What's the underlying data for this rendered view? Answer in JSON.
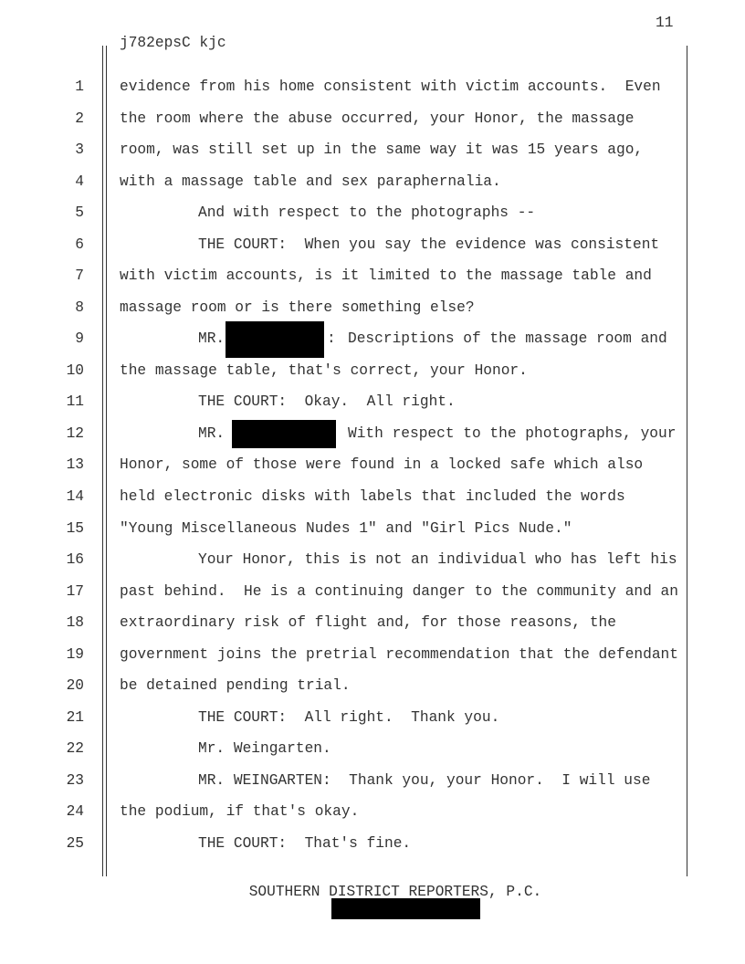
{
  "page_number": "11",
  "header": "j782epsC kjc",
  "lines": [
    {
      "n": "1",
      "text": "evidence from his home consistent with victim accounts.  Even"
    },
    {
      "n": "2",
      "text": "the room where the abuse occurred, your Honor, the massage"
    },
    {
      "n": "3",
      "text": "room, was still set up in the same way it was 15 years ago,"
    },
    {
      "n": "4",
      "text": "with a massage table and sex paraphernalia."
    },
    {
      "n": "5",
      "text": "And with respect to the photographs --"
    },
    {
      "n": "6",
      "text": "THE COURT:  When you say the evidence was consistent"
    },
    {
      "n": "7",
      "text": "with victim accounts, is it limited to the massage table and"
    },
    {
      "n": "8",
      "text": "massage room or is there something else?"
    },
    {
      "n": "9",
      "a": "MR.",
      "b": ":",
      "c": "Descriptions of the massage room and"
    },
    {
      "n": "10",
      "text": "the massage table, that's correct, your Honor."
    },
    {
      "n": "11",
      "text": "THE COURT:  Okay.  All right."
    },
    {
      "n": "12",
      "a": "MR.",
      "c": "With respect to the photographs, your"
    },
    {
      "n": "13",
      "text": "Honor, some of those were found in a locked safe which also"
    },
    {
      "n": "14",
      "text": "held electronic disks with labels that included the words"
    },
    {
      "n": "15",
      "text": "\"Young Miscellaneous Nudes 1\" and \"Girl Pics Nude.\""
    },
    {
      "n": "16",
      "text": "Your Honor, this is not an individual who has left his"
    },
    {
      "n": "17",
      "text": "past behind.  He is a continuing danger to the community and an"
    },
    {
      "n": "18",
      "text": "extraordinary risk of flight and, for those reasons, the"
    },
    {
      "n": "19",
      "text": "government joins the pretrial recommendation that the defendant"
    },
    {
      "n": "20",
      "text": "be detained pending trial."
    },
    {
      "n": "21",
      "text": "THE COURT:  All right.  Thank you."
    },
    {
      "n": "22",
      "text": "Mr. Weingarten."
    },
    {
      "n": "23",
      "text": "MR. WEINGARTEN:  Thank you, your Honor.  I will use"
    },
    {
      "n": "24",
      "text": "the podium, if that's okay."
    },
    {
      "n": "25",
      "text": "THE COURT:  That's fine."
    }
  ],
  "footer": "SOUTHERN DISTRICT REPORTERS, P.C."
}
